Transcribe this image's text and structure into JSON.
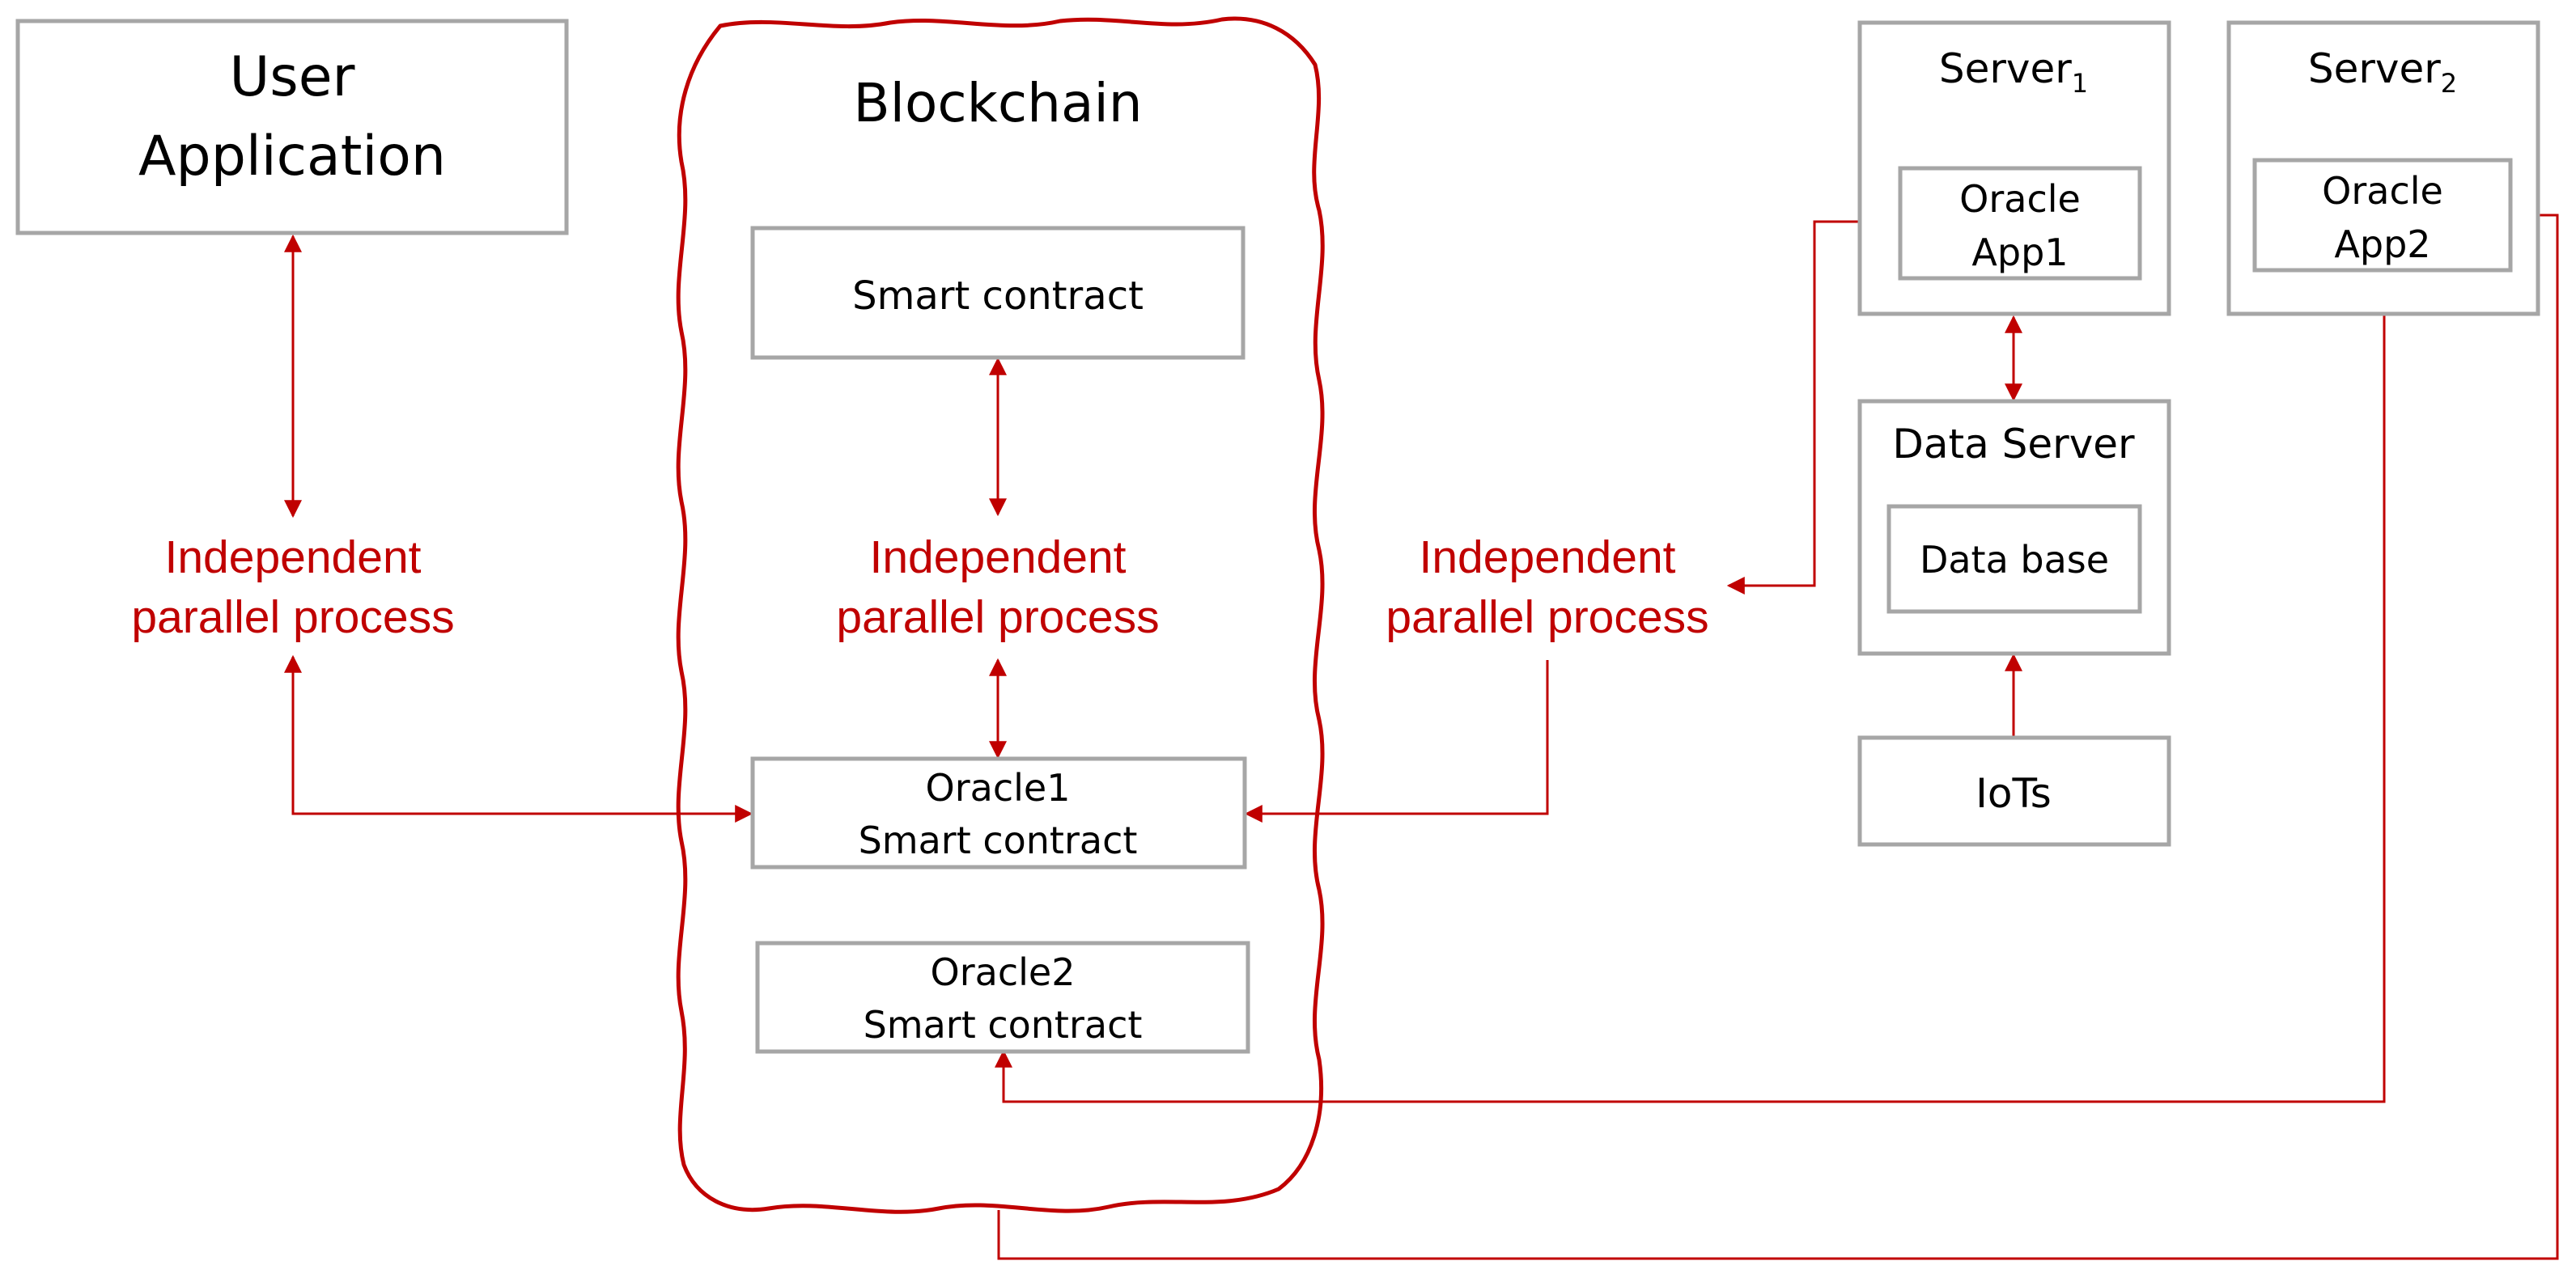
{
  "user_app": {
    "line1": "User",
    "line2": "Application"
  },
  "blockchain": {
    "title": "Blockchain",
    "smart_contract": "Smart contract",
    "oracle1": {
      "line1": "Oracle1",
      "line2": "Smart contract"
    },
    "oracle2": {
      "line1": "Oracle2",
      "line2": "Smart contract"
    }
  },
  "server1": {
    "name": "Server",
    "subscript": "1",
    "app_line1": "Oracle",
    "app_line2": "App1"
  },
  "server2": {
    "name": "Server",
    "subscript": "2",
    "app_line1": "Oracle",
    "app_line2": "App2"
  },
  "data_server": {
    "title": "Data Server",
    "db": "Data base"
  },
  "iots": "IoTs",
  "process_labels": [
    {
      "line1": "Independent",
      "line2": "parallel process"
    },
    {
      "line1": "Independent",
      "line2": "parallel process"
    },
    {
      "line1": "Independent",
      "line2": "parallel process"
    }
  ],
  "colors": {
    "accent": "#c00000",
    "box_border": "#a6a6a6"
  }
}
